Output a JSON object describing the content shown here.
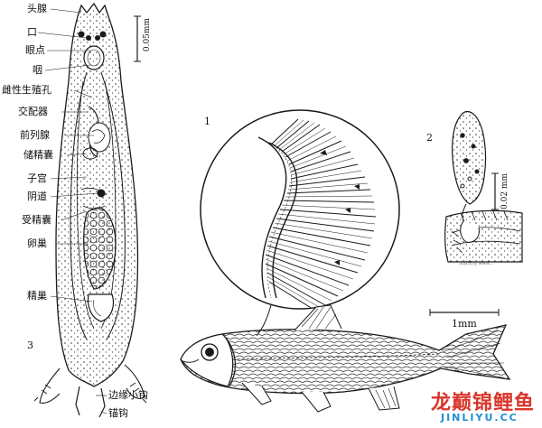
{
  "figure_numbers": {
    "fig1": "1",
    "fig2": "2",
    "fig3": "3"
  },
  "anatomy_labels": {
    "head_gland": "头腺",
    "mouth": "口",
    "eyespot": "眼点",
    "pharynx": "咽",
    "female_genital_pore": "雌性生殖孔",
    "copulatory_organ": "交配器",
    "prostate_gland": "前列腺",
    "seminal_vesicle": "储精囊",
    "uterus": "子宫",
    "vagina": "阴道",
    "seminal_receptacle": "受精囊",
    "ovary": "卵巢",
    "testis": "精巢",
    "marginal_hooklets": "边缘小钩",
    "anchors": "锚钩"
  },
  "scale_bars": {
    "fig3": "0.05mm",
    "fig2": "0.02 mm",
    "fig_fish": "1mm"
  },
  "watermark": {
    "brand_cn": "龙巅锦鲤鱼",
    "url": "JINLIYU.CC",
    "tiny_text": "水族天地 www..."
  },
  "colors": {
    "ink": "#1a1a1a",
    "watermark_red": "#d9362b",
    "watermark_blue": "#1e8fd0"
  }
}
